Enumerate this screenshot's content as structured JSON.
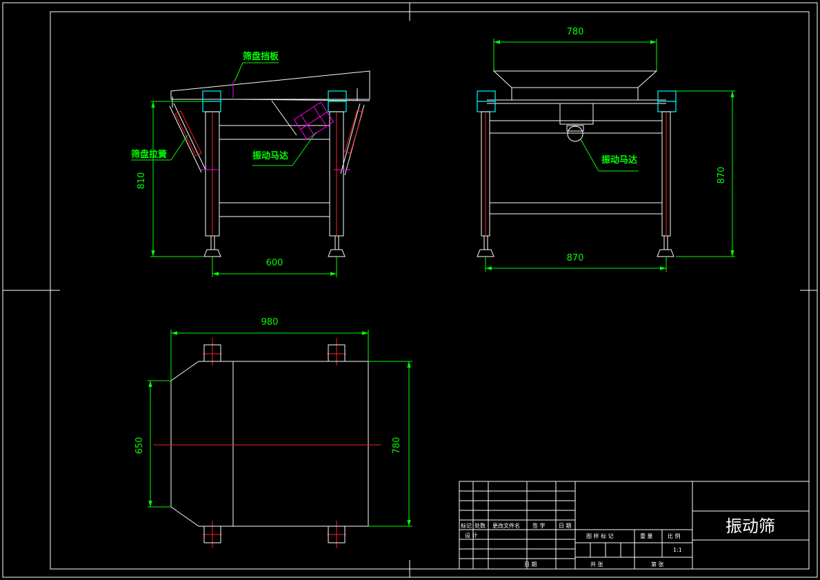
{
  "colors": {
    "background": "#000000",
    "outline": "#ffffff",
    "dimension": "#00ff00",
    "centerline": "#ff2020",
    "motor": "#ff00ff",
    "spring_block": "#00ffff"
  },
  "views": {
    "side": {
      "label_baffle": "筛盘挡板",
      "label_spring": "筛盘拉簧",
      "label_motor": "振动马达",
      "dim_height": "810",
      "dim_width": "600"
    },
    "front": {
      "label_motor": "振动马达",
      "dim_top": "780",
      "dim_height": "870",
      "dim_bottom": "870"
    },
    "plan": {
      "dim_width": "980",
      "dim_left": "650",
      "dim_right": "780"
    }
  },
  "title_block": {
    "title": "振动筛",
    "h_mark": "标记",
    "h_count": "处数",
    "h_doc": "更改文件名",
    "h_sign": "签 字",
    "h_date": "日 期",
    "h_design": "设 计",
    "h_chart_mark": "图 样 标 记",
    "h_weight": "重 量",
    "h_scale": "比 例",
    "scale_value": "1:1",
    "h_date2": "日 期",
    "h_sheet": "共    张",
    "h_page": "第    张"
  }
}
